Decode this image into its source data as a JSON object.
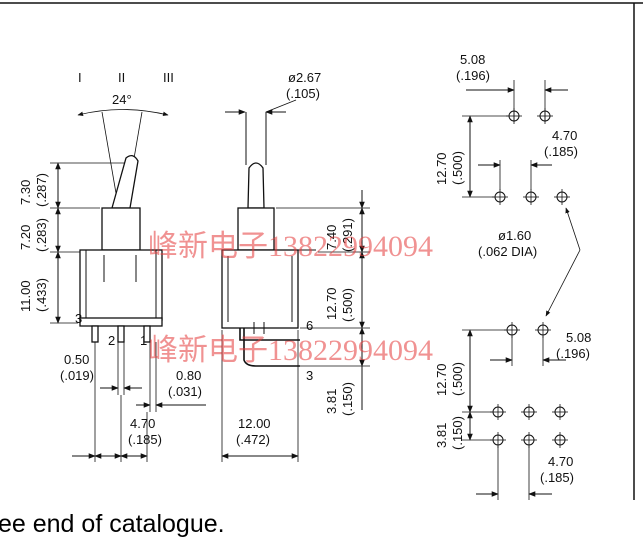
{
  "positions": [
    "I",
    "II",
    "III"
  ],
  "angle": "24°",
  "front_view": {
    "h_top": "7.30",
    "h_top_in": "(.287)",
    "h_mid": "7.20",
    "h_mid_in": "(.283)",
    "h_body": "11.00",
    "h_body_in": "(.433)",
    "terminal_width": "0.50",
    "terminal_width_in": "(.019)",
    "terminal_thick": "0.80",
    "terminal_thick_in": "(.031)",
    "pitch": "4.70",
    "pitch_in": "(.185)",
    "pin_labels": [
      "3",
      "2",
      "1"
    ]
  },
  "side_view": {
    "diameter": "ø2.67",
    "diameter_in": "(.105)",
    "h_bushing": "7.40",
    "h_bushing_in": "(.291)",
    "h_body": "12.70",
    "h_body_in": "(.500)",
    "h_term": "3.81",
    "h_term_in": "(.150)",
    "width": "12.00",
    "width_in": "(.472)",
    "pin_labels": [
      "6",
      "3"
    ]
  },
  "pcb_top": {
    "spacing": "5.08",
    "spacing_in": "(.196)",
    "height": "12.70",
    "height_in": "(.500)",
    "pitch": "4.70",
    "pitch_in": "(.185)",
    "hole": "ø1.60",
    "hole_in": "(.062 DIA)"
  },
  "pcb_bottom": {
    "spacing": "5.08",
    "spacing_in": "(.196)",
    "height": "12.70",
    "height_in": "(.500)",
    "row": "3.81",
    "row_in": "(.150)",
    "pitch": "4.70",
    "pitch_in": "(.185)"
  },
  "watermark": "峰新电子13822994094",
  "footer": "ee end of catalogue."
}
